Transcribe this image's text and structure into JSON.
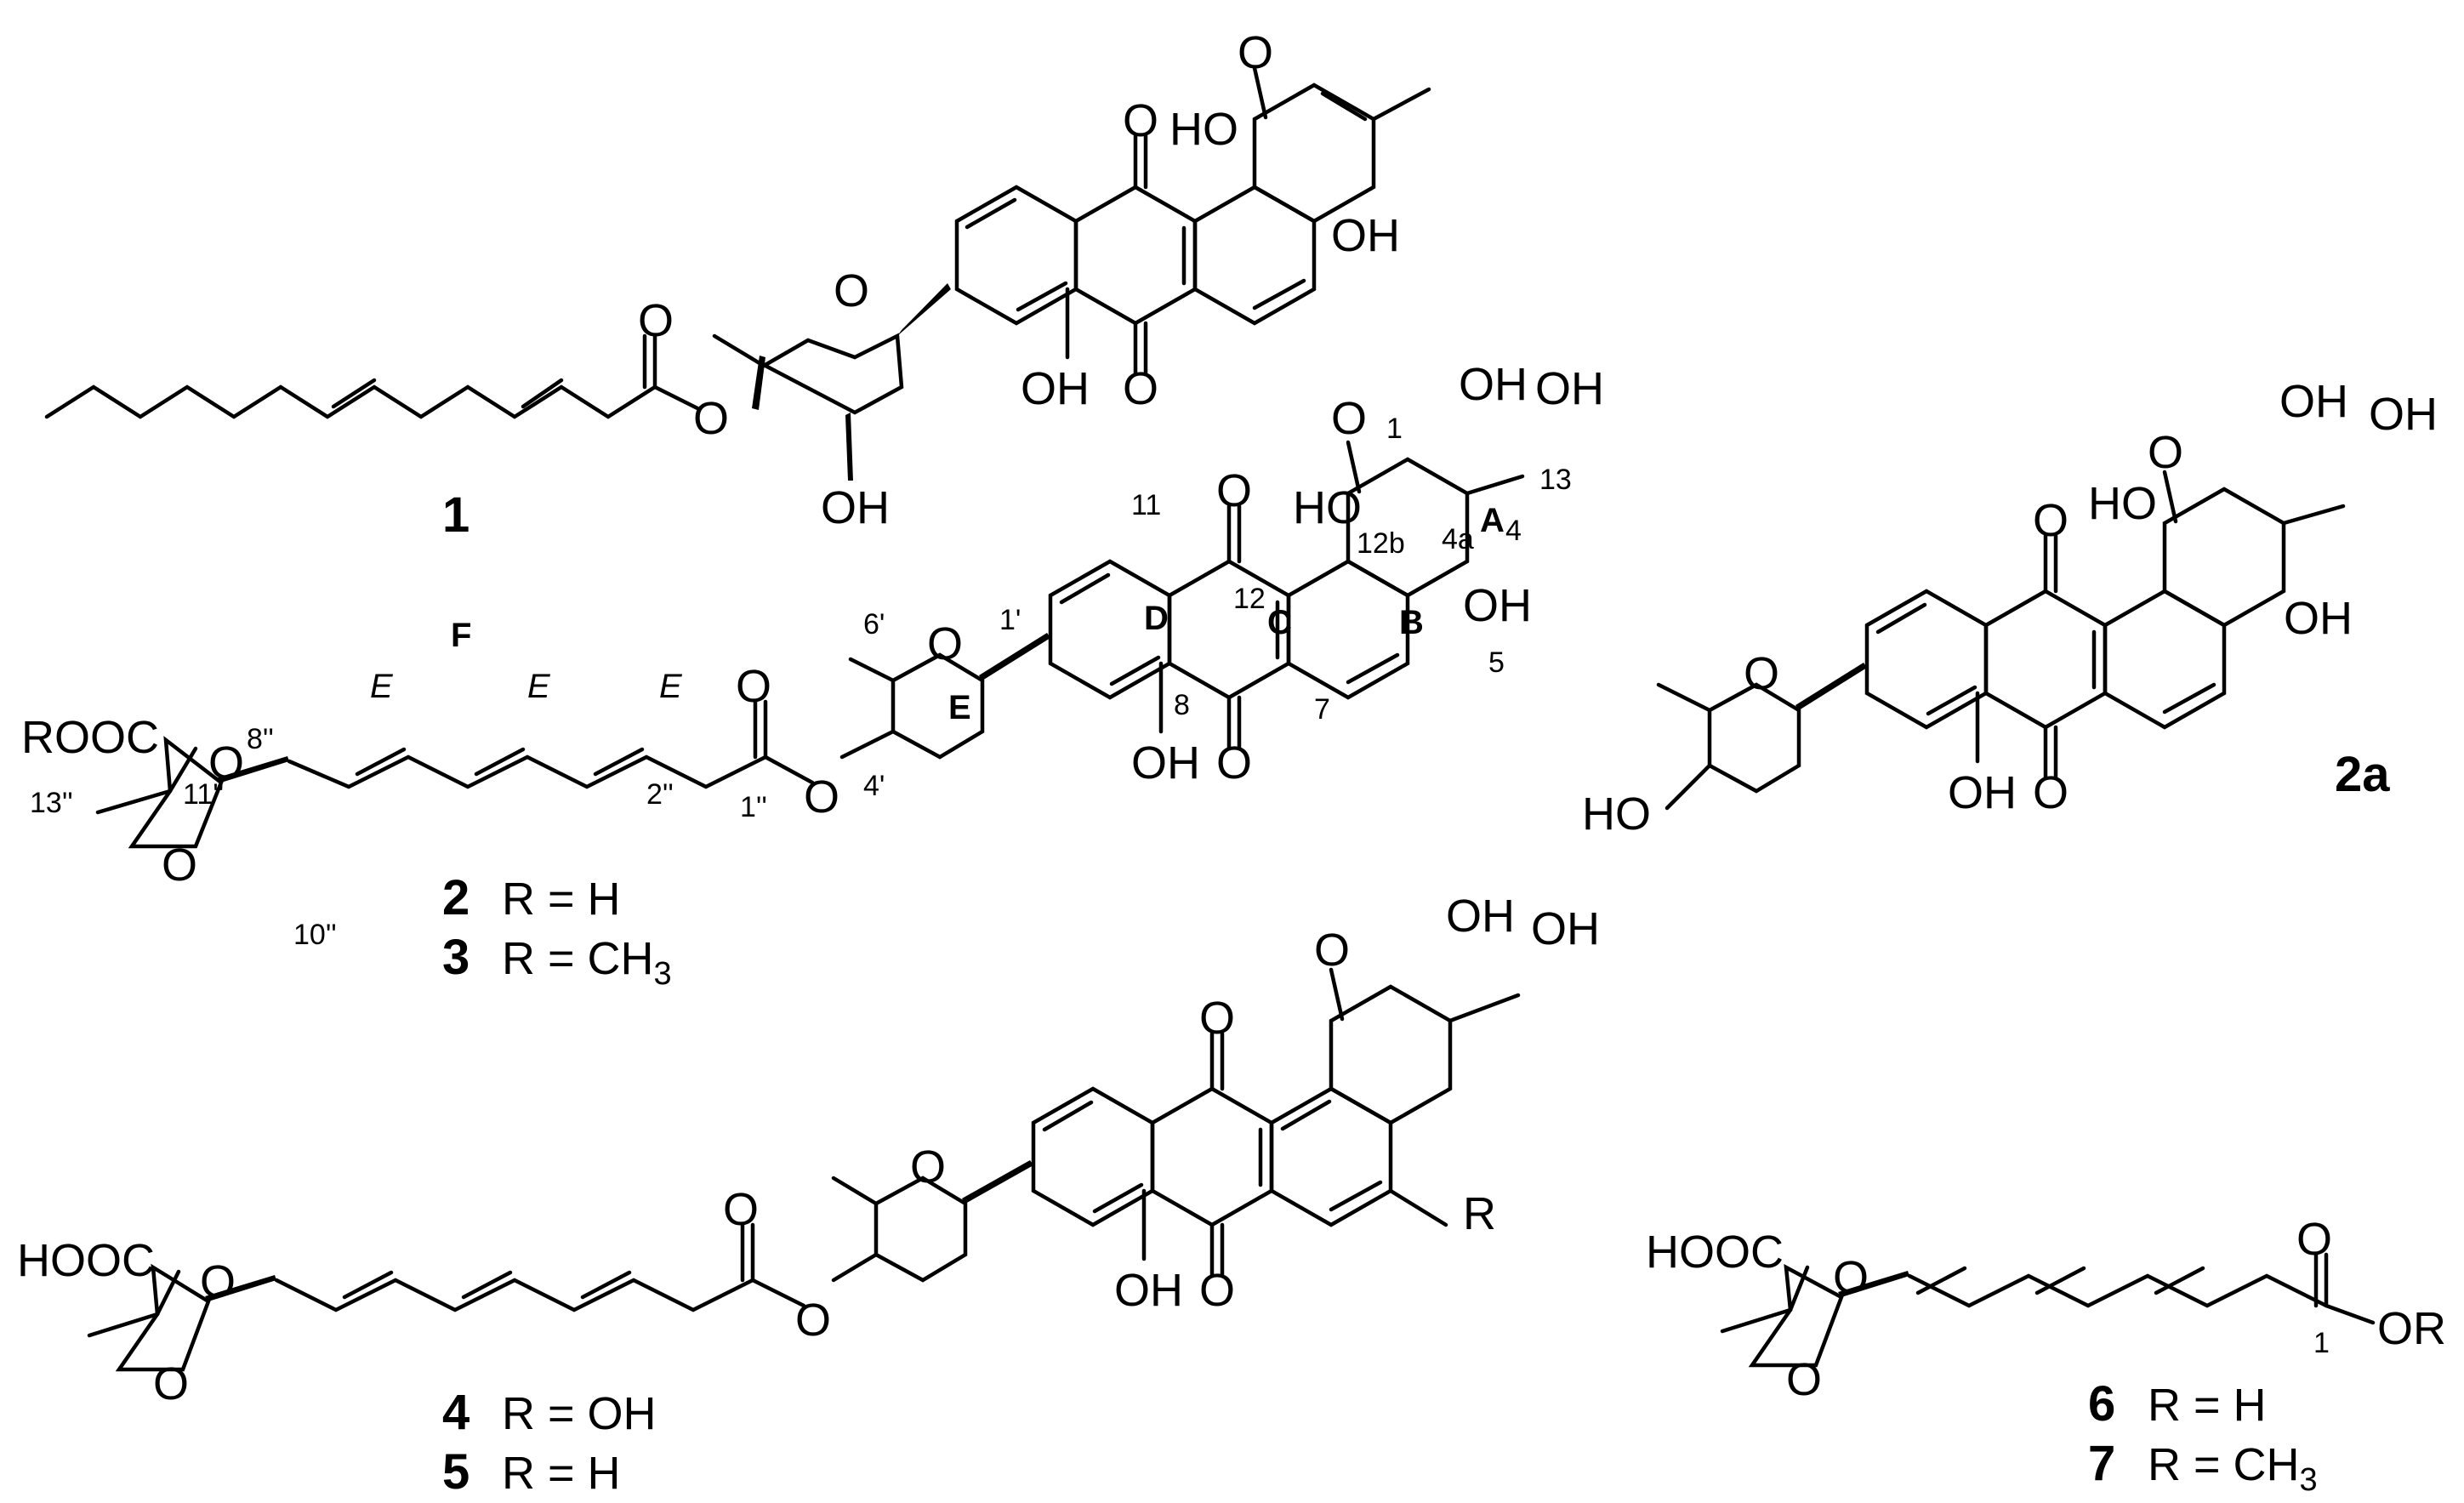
{
  "figure": {
    "compounds": [
      {
        "id": "1",
        "label": "1"
      },
      {
        "id": "2",
        "label": "2",
        "r_def": "R = H"
      },
      {
        "id": "3",
        "label": "3",
        "r_def": "R = CH",
        "r_def_sub": "3"
      },
      {
        "id": "2a",
        "label": "2a"
      },
      {
        "id": "4",
        "label": "4",
        "r_def": "R = OH"
      },
      {
        "id": "5",
        "label": "5",
        "r_def": "R = H"
      },
      {
        "id": "6",
        "label": "6",
        "r_def": "R = H"
      },
      {
        "id": "7",
        "label": "7",
        "r_def": "R = CH",
        "r_def_sub": "3"
      }
    ],
    "atoms": {
      "O": "O",
      "OH": "OH",
      "HO": "HO",
      "ROOC": "ROOC",
      "HOOC": "HOOC",
      "R": "R",
      "OR": "OR"
    },
    "rings": [
      "A",
      "B",
      "C",
      "D",
      "E",
      "F"
    ],
    "geometry_label": "E",
    "locants": [
      "1",
      "4",
      "4a",
      "5",
      "7",
      "8",
      "11",
      "12",
      "12b",
      "13",
      "1'",
      "4'",
      "6'",
      "1''",
      "2''",
      "8''",
      "10''",
      "11''",
      "13''"
    ]
  },
  "colors": {
    "ink": "#000000",
    "background": "#ffffff"
  }
}
